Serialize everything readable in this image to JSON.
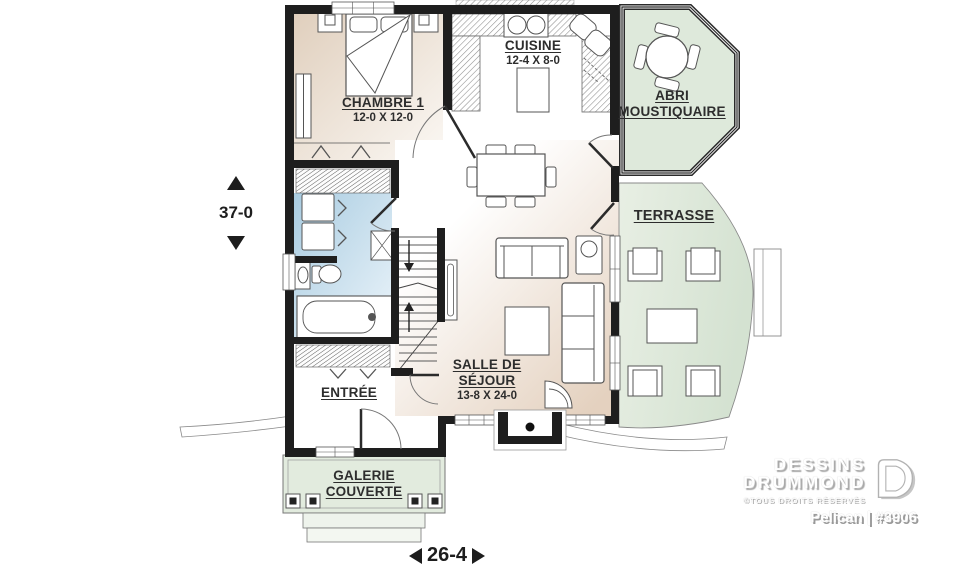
{
  "plan": {
    "rooms": {
      "chambre": {
        "label": "CHAMBRE 1",
        "size": "12-0 X 12-0"
      },
      "cuisine": {
        "label": "CUISINE",
        "size": "12-4 X 8-0"
      },
      "abri": {
        "label": "ABRI MOUSTIQUAIRE",
        "size": ""
      },
      "terrasse": {
        "label": "TERRASSE",
        "size": ""
      },
      "sejour": {
        "label": "SALLE DE SÉJOUR",
        "size": "13-8 X 24-0"
      },
      "entree": {
        "label": "ENTRÉE",
        "size": ""
      },
      "galerie": {
        "label": "GALERIE COUVERTE",
        "size": ""
      }
    },
    "dimensions": {
      "depth": "37-0",
      "width": "26-4"
    }
  },
  "branding": {
    "name_line1": "DESSINS",
    "name_line2": "DRUMMOND",
    "rights": "©TOUS DROITS RÉSERVÉS",
    "plan_ref": "Pelican | #3906"
  },
  "icons": {
    "depth_arrows": "up-down black triangles",
    "width_arrows": "left-right black triangles",
    "logo_mark": "white open-D door monogram"
  },
  "colors": {
    "wall": "#1e1e1e",
    "bedroom_floor": "#e2d1bf",
    "living_floor": "#e5d2c0",
    "bathroom_floor": "#aecfe3",
    "outdoor_green": "#dde9db",
    "label_text": "#2d2d2d"
  }
}
